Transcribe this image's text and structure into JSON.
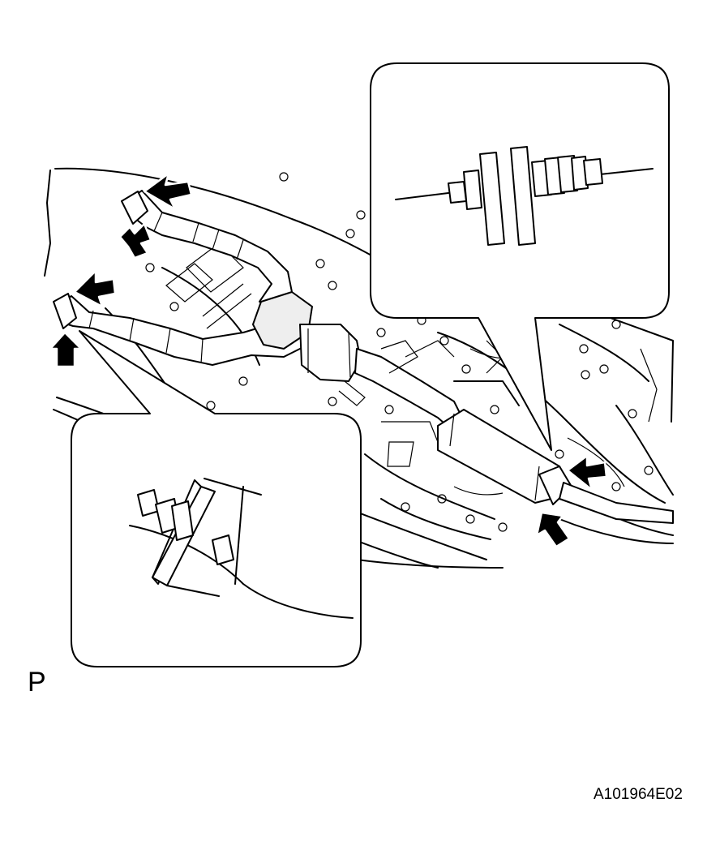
{
  "figure": {
    "view_label": "P",
    "figure_code": "A101964E02"
  },
  "colors": {
    "line": "#000000",
    "background": "#ffffff",
    "shade": "#eeeeee"
  },
  "icons": [
    "arrow-icon",
    "bolt-icon",
    "nut-icon",
    "spring-icon"
  ],
  "arrows_count": 6
}
